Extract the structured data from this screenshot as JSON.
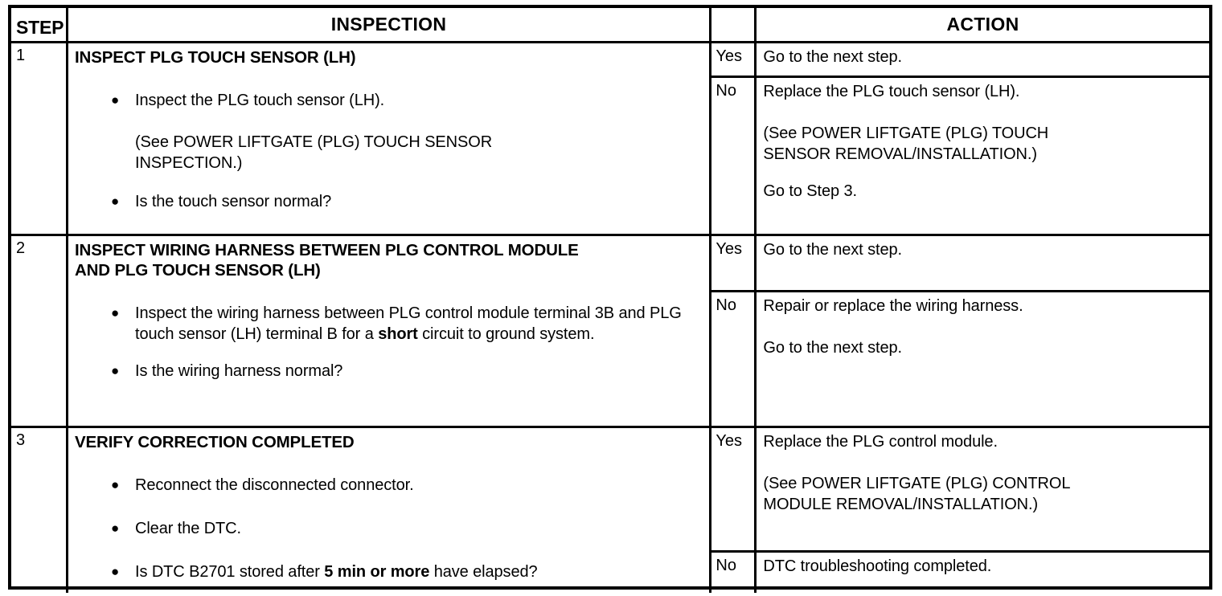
{
  "table": {
    "headers": {
      "step": "STEP",
      "inspection": "INSPECTION",
      "action": "ACTION"
    },
    "rows": [
      {
        "step": "1",
        "inspection": {
          "title": "INSPECT PLG TOUCH SENSOR (LH)",
          "bullet1": "Inspect the PLG touch sensor (LH).",
          "note_line1": "(See POWER LIFTGATE (PLG) TOUCH SENSOR",
          "note_line2": "INSPECTION.)",
          "bullet2": "Is the touch sensor normal?",
          "bullet_glyph": "●"
        },
        "results": [
          {
            "label": "Yes",
            "action_line1": "Go to the next step."
          },
          {
            "label": "No",
            "action_line1": "Replace the PLG touch sensor (LH).",
            "action_line2": "(See POWER LIFTGATE (PLG) TOUCH",
            "action_line3": "SENSOR REMOVAL/INSTALLATION.)",
            "action_line4": "Go to Step 3."
          }
        ]
      },
      {
        "step": "2",
        "inspection": {
          "title_line1": "INSPECT WIRING HARNESS BETWEEN PLG CONTROL MODULE",
          "title_line2": "AND PLG TOUCH SENSOR (LH)",
          "bullet1_part1": "Inspect the wiring harness between PLG control module terminal 3B and PLG touch sensor (LH) terminal B for a ",
          "bullet1_bold": "short",
          "bullet1_part2": " circuit to ground system.",
          "bullet2": "Is the wiring harness normal?",
          "bullet_glyph": "●"
        },
        "results": [
          {
            "label": "Yes",
            "action_line1": "Go to the next step."
          },
          {
            "label": "No",
            "action_line1": "Repair or replace the wiring harness.",
            "action_line2": "Go to the next step."
          }
        ]
      },
      {
        "step": "3",
        "inspection": {
          "title": "VERIFY CORRECTION COMPLETED",
          "bullet1": "Reconnect the disconnected connector.",
          "bullet2": "Clear the DTC.",
          "bullet3_part1": "Is DTC B2701 stored after ",
          "bullet3_bold": "5 min or more",
          "bullet3_part2": " have elapsed?",
          "bullet_glyph": "●"
        },
        "results": [
          {
            "label": "Yes",
            "action_line1": "Replace the PLG control module.",
            "action_line2": "(See POWER LIFTGATE (PLG) CONTROL",
            "action_line3": "MODULE REMOVAL/INSTALLATION.)"
          },
          {
            "label": "No",
            "action_line1": "DTC troubleshooting completed."
          }
        ]
      }
    ]
  },
  "colors": {
    "border": "#000000",
    "text": "#000000",
    "background": "#ffffff"
  }
}
